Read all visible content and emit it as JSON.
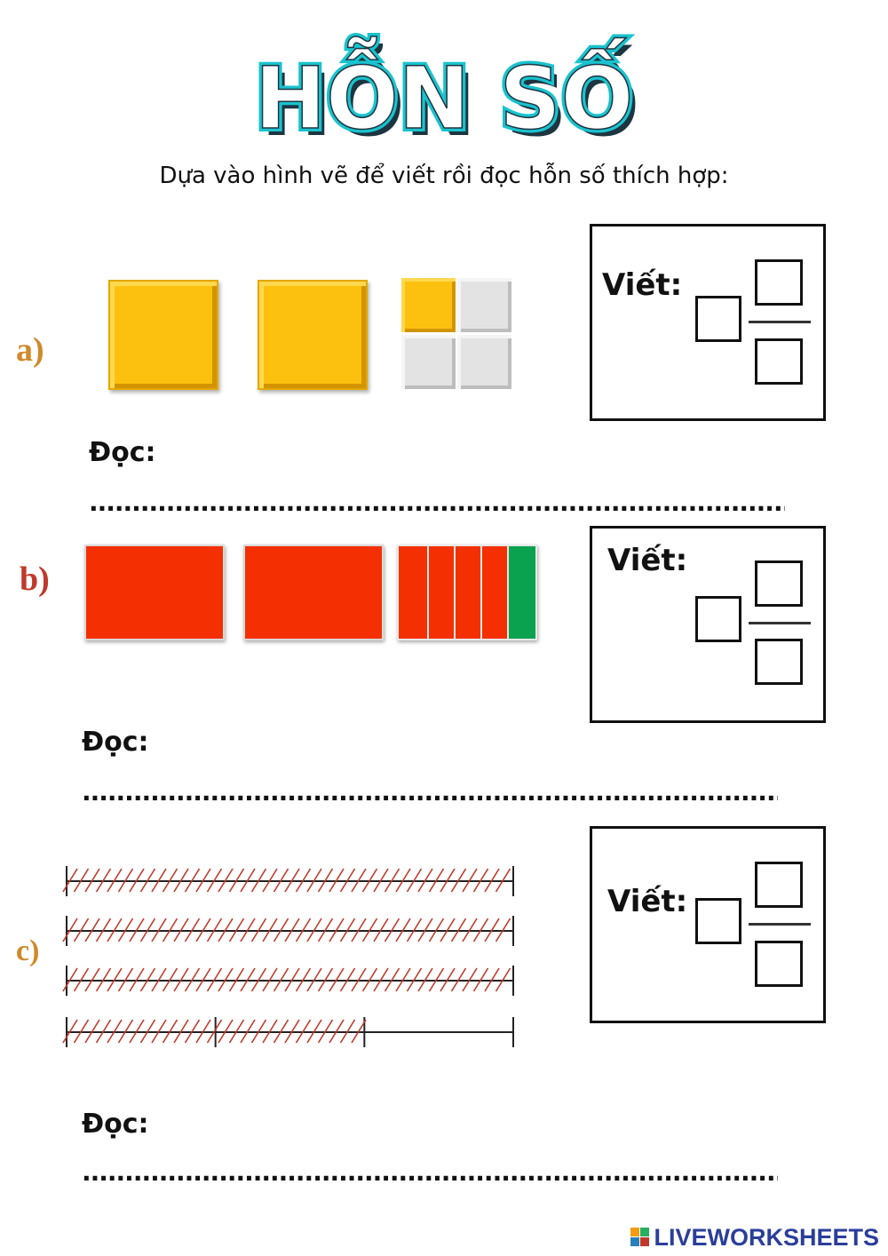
{
  "title": "HỖN SỐ",
  "instruction": "Dựa vào hình vẽ để viết rồi đọc hỗn số thích hợp:",
  "exercises": [
    {
      "label": "a)",
      "write_label": "Viết:",
      "read_label": "Đọc:",
      "dots": "......................................................................................"
    },
    {
      "label": "b)",
      "write_label": "Viết:",
      "read_label": "Đọc:",
      "dots": "......................................................................................"
    },
    {
      "label": "c)",
      "write_label": "Viết:",
      "read_label": "Đọc:",
      "dots": "......................................................................................"
    }
  ],
  "colors": {
    "title_teal": "#19c3cf",
    "title_dark": "#1d3540",
    "yellow": "#fbc10e",
    "grey_tile": "#e3e3e3",
    "red": "#f43002",
    "green": "#0aa24f",
    "hatch": "#c0392b"
  },
  "figures": {
    "a": {
      "whole_squares": 2,
      "quarters_shaded": 1,
      "quarters_total": 4
    },
    "b": {
      "whole_rectangles": 2,
      "strips_shaded": 4,
      "strips_total": 5
    },
    "c": {
      "full_segments": 3,
      "last_line_parts_shaded": 2,
      "last_line_parts_total": 3
    }
  },
  "footer": {
    "brand": "LIVEWORKSHEETS"
  }
}
